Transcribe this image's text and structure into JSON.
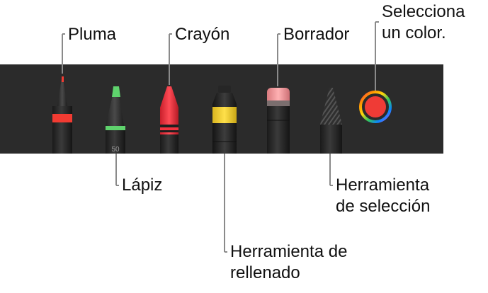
{
  "toolbar": {
    "background": "#2b2b2b",
    "tools": [
      {
        "name": "pen",
        "ink_color": "#f23b32"
      },
      {
        "name": "pencil",
        "ink_color": "#5fd36d",
        "size_label": "50"
      },
      {
        "name": "crayon",
        "ink_color": "#f2333f"
      },
      {
        "name": "fill-tool",
        "ink_color": "#f3d02e"
      },
      {
        "name": "eraser",
        "tip_color": "#f3989a"
      },
      {
        "name": "lasso-selection-tool"
      },
      {
        "name": "color-picker",
        "selected_color": "#ef3b36"
      }
    ]
  },
  "callouts": {
    "pen": "Pluma",
    "pencil": "Lápiz",
    "crayon": "Crayón",
    "fill_tool": [
      "Herramienta de",
      "rellenado"
    ],
    "eraser": "Borrador",
    "selection_tool": [
      "Herramienta",
      "de selección"
    ],
    "color_picker": [
      "Selecciona",
      "un color."
    ]
  }
}
